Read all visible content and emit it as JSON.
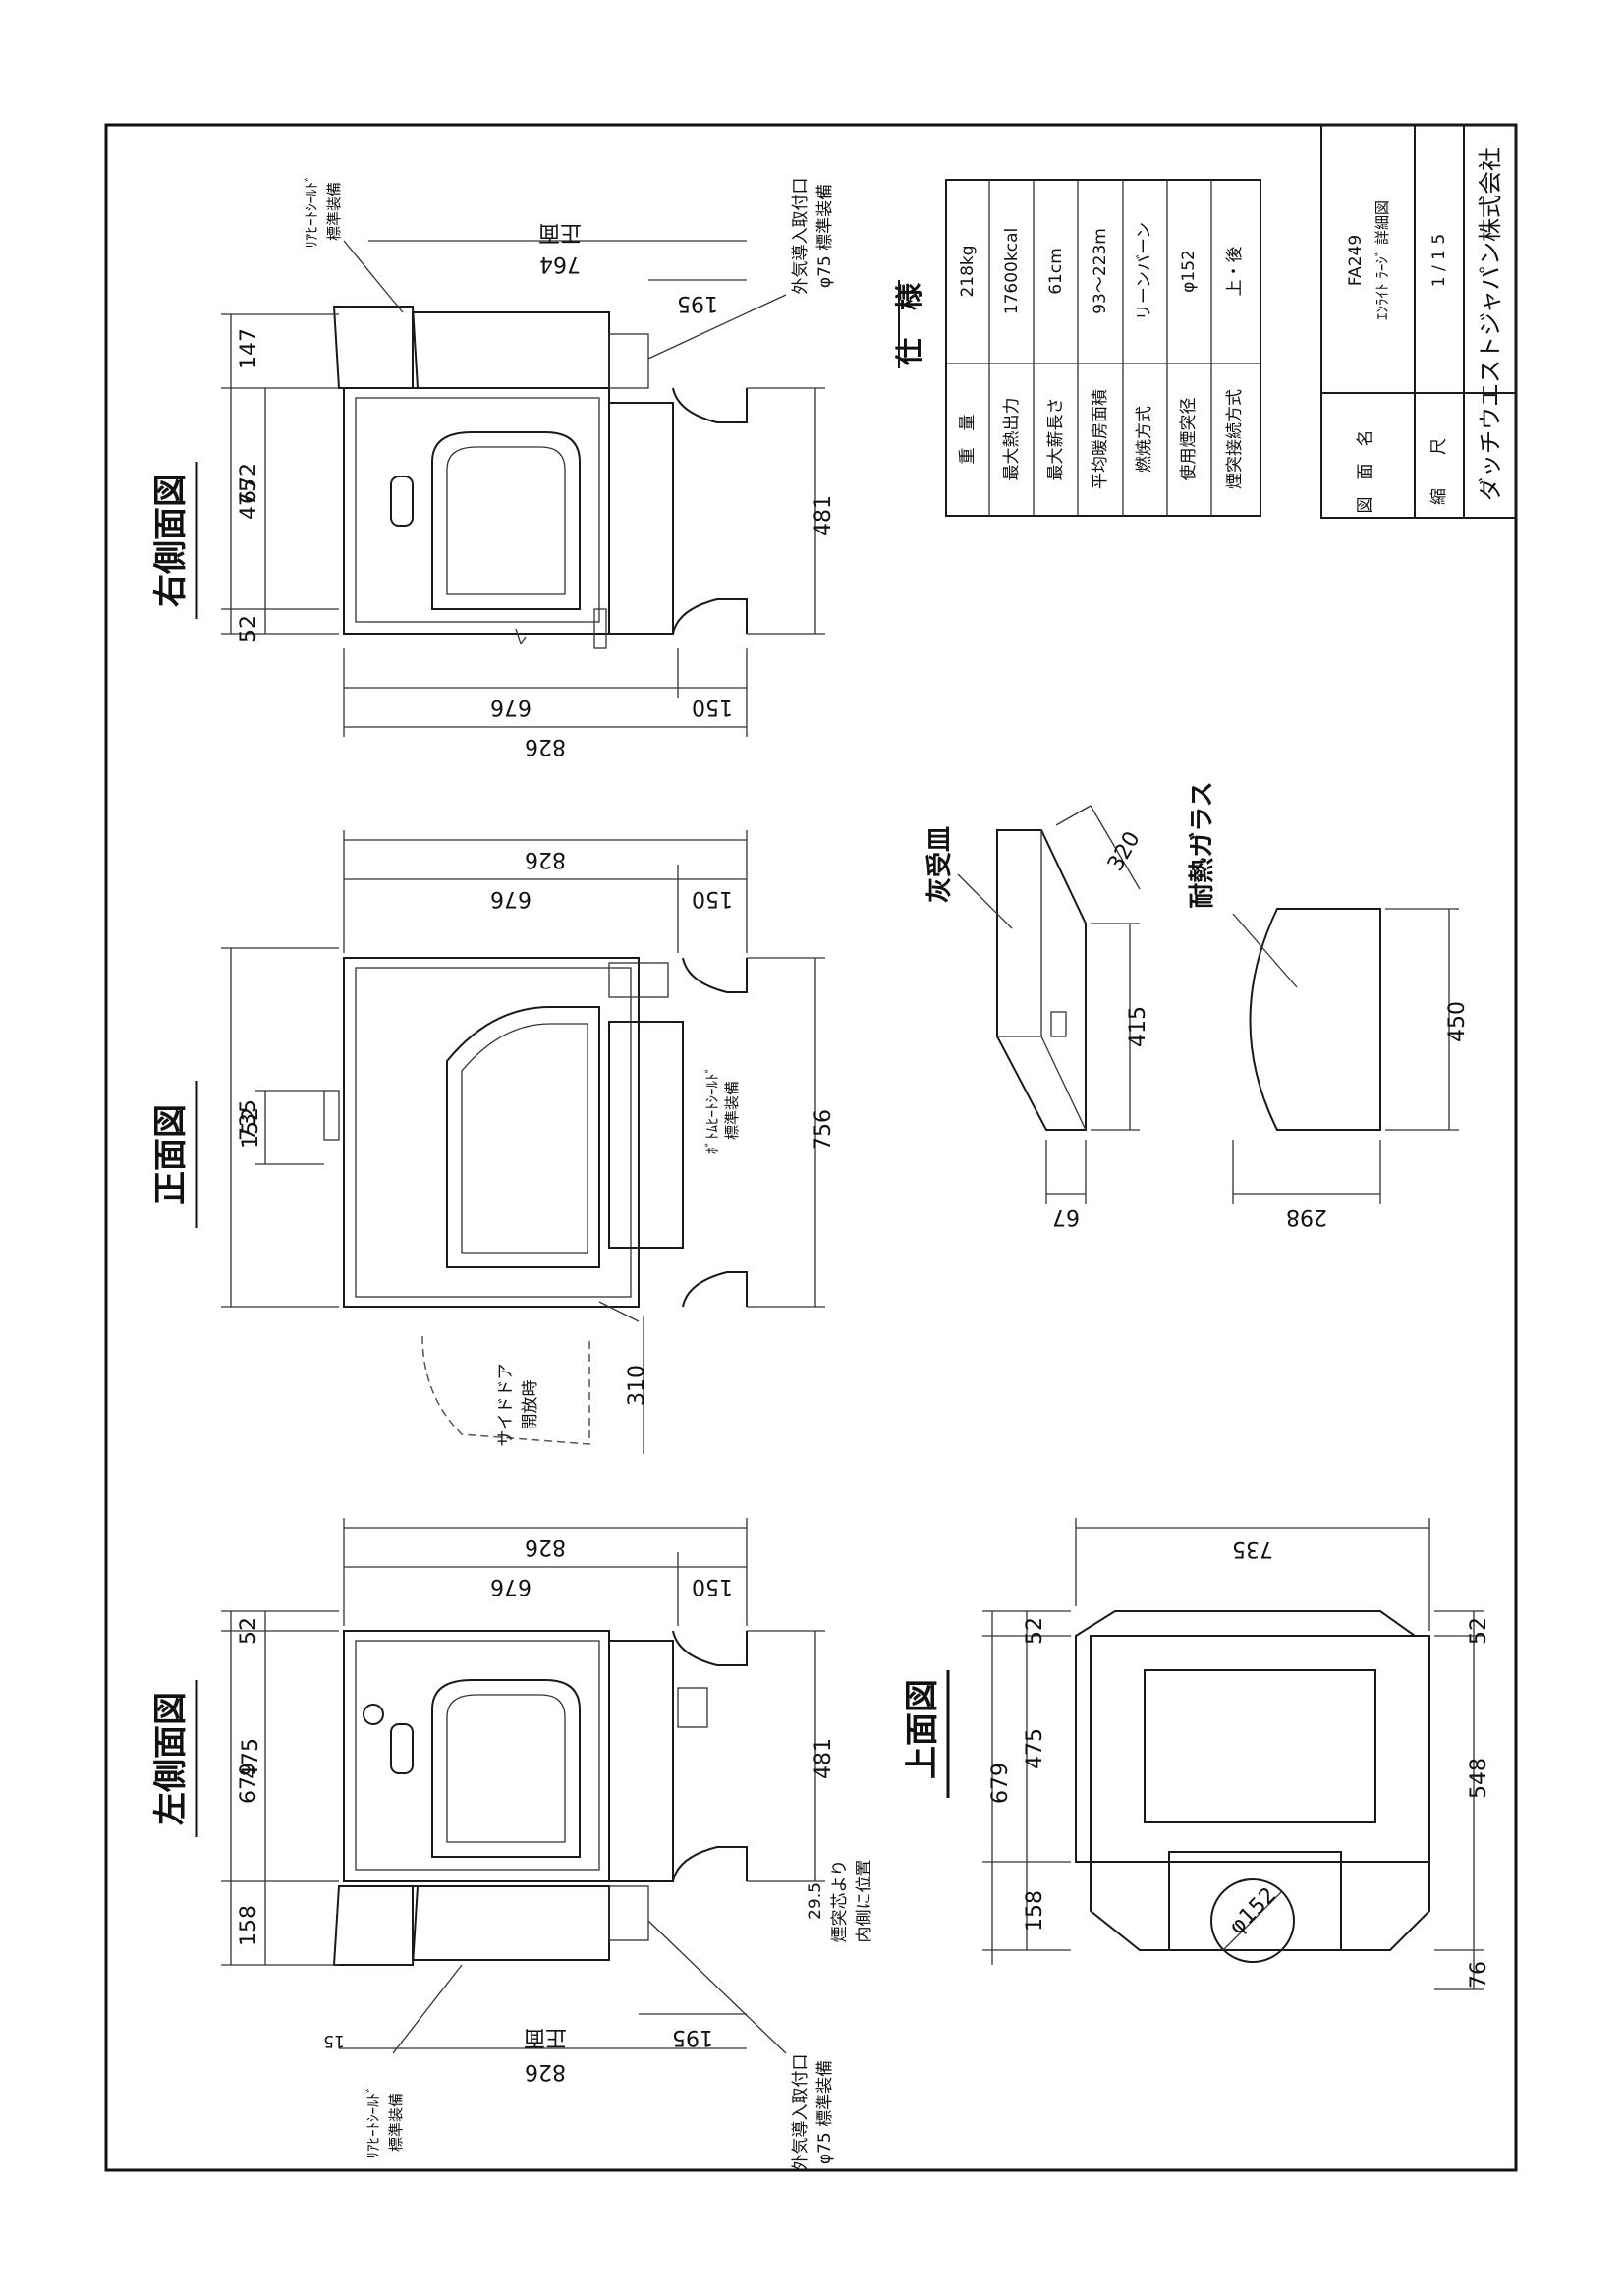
{
  "views": {
    "left_side": {
      "title": "左側面図",
      "dims": {
        "d679": "679",
        "d52": "52",
        "d475": "475",
        "d158": "158",
        "d481": "481",
        "d826_top": "826",
        "d676": "676",
        "d150": "150",
        "d195": "195",
        "d826_bottom": "826",
        "d15": "15",
        "d29_5": "29.5"
      },
      "notes": {
        "front": "正面",
        "outside_air_1": "外気導入取付口",
        "outside_air_2": "φ75 標準装備",
        "rear_shield_1": "ﾘｱﾋｰﾄｼｰﾙﾄﾞ",
        "rear_shield_2": "標準装備",
        "flue_1": "煙突芯より",
        "flue_2": "内側に位置"
      }
    },
    "front": {
      "title": "正面図",
      "dims": {
        "d735": "735",
        "d152": "152",
        "d756": "756",
        "d826": "826",
        "d676": "676",
        "d150": "150",
        "d310": "310"
      },
      "notes": {
        "side_door_1": "サイドドア",
        "side_door_2": "開放時",
        "bottom_shield_1": "ﾎﾞﾄﾑﾋｰﾄｼｰﾙﾄﾞ",
        "bottom_shield_2": "標準装備"
      }
    },
    "right_side": {
      "title": "右側面図",
      "dims": {
        "d672": "672",
        "d52": "52",
        "d475": "475",
        "d147": "147",
        "d481": "481",
        "d676": "676",
        "d150": "150",
        "d826": "826",
        "d764": "764",
        "d195": "195"
      },
      "notes": {
        "front": "正面",
        "rear_shield_1": "ﾘｱﾋｰﾄｼｰﾙﾄﾞ",
        "rear_shield_2": "標準装備",
        "outside_air_1": "外気導入取付口",
        "outside_air_2": "φ75 標準装備"
      }
    },
    "top": {
      "title": "上面図",
      "dims": {
        "d735": "735",
        "d679": "679",
        "d52_left": "52",
        "d475": "475",
        "d158": "158",
        "d52_right": "52",
        "d548": "548",
        "d76": "76",
        "d152": "φ152"
      }
    },
    "ash_pan": {
      "title": "灰受皿",
      "dims": {
        "d320": "320",
        "d415": "415",
        "d67": "67"
      }
    },
    "glass": {
      "title": "耐熱ガラス",
      "dims": {
        "d450": "450",
        "d298": "298"
      }
    }
  },
  "spec": {
    "title": "仕　様",
    "rows": [
      {
        "label": "重　量",
        "value": "218kg"
      },
      {
        "label": "最大熱出力",
        "value": "17600kcal"
      },
      {
        "label": "最大薪長さ",
        "value": "61cm"
      },
      {
        "label": "平均暖房面積",
        "value": "93～223m"
      },
      {
        "label": "燃焼方式",
        "value": "リーンバーン"
      },
      {
        "label": "使用煙突径",
        "value": "φ152"
      },
      {
        "label": "煙突接続方式",
        "value": "上・後"
      }
    ]
  },
  "title_block": {
    "drawing_name_label": "図　面　名",
    "drawing_code": "FA249",
    "drawing_name": "ｴﾝﾗｲﾄ ﾗｰｼﾞ 詳細図",
    "scale_label": "縮　　尺",
    "scale": "1 / 1 5",
    "company": "ダッチウエストジャパン株式会社"
  }
}
